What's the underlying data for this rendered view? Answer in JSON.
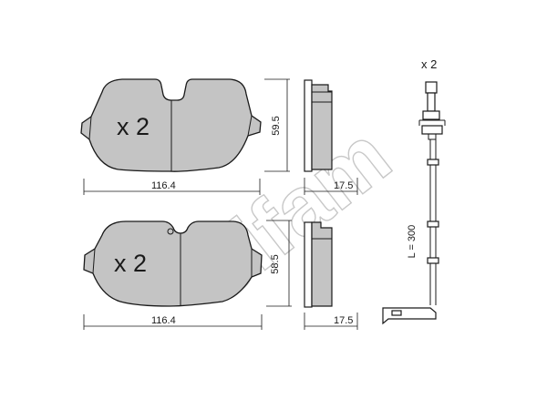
{
  "top_pad": {
    "quantity": "x 2",
    "width": "116.4",
    "height": "59.5",
    "thickness": "17.5"
  },
  "bottom_pad": {
    "quantity": "x 2",
    "width": "116.4",
    "height": "58.5",
    "thickness": "17.5"
  },
  "sensor": {
    "quantity": "x 2",
    "length": "L = 300"
  },
  "watermark": "cifam",
  "colors": {
    "pad_fill": "#c4c4c4",
    "line": "#1a1a1a",
    "watermark": "#c8c8c8"
  }
}
